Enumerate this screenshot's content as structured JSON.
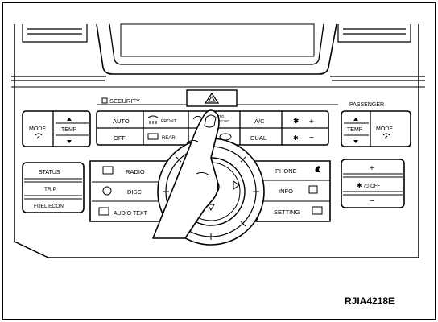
{
  "labels": {
    "security": "SECURITY",
    "passenger": "PASSENGER",
    "driver_mode": "MODE",
    "driver_temp": "TEMP",
    "auto": "AUTO",
    "front": "FRONT",
    "off": "OFF",
    "rear": "REAR",
    "auto_recirc": "AUTO",
    "auto_recirc2": "RECIRC",
    "ac": "A/C",
    "dual": "DUAL",
    "fan_plus": "+",
    "fan_minus": "−",
    "status": "STATUS",
    "trip": "TRIP",
    "fuel_econ": "FUEL ECON",
    "radio": "RADIO",
    "disc": "DISC",
    "audio_text": "AUDIO TEXT",
    "phone": "PHONE",
    "info": "INFO",
    "setting": "SETTING",
    "pass_temp": "TEMP",
    "pass_mode": "MODE",
    "vol_plus": "+",
    "power_off": "/⏻ OFF",
    "vol_minus": "−"
  },
  "figure_id": "RJIA4218E"
}
